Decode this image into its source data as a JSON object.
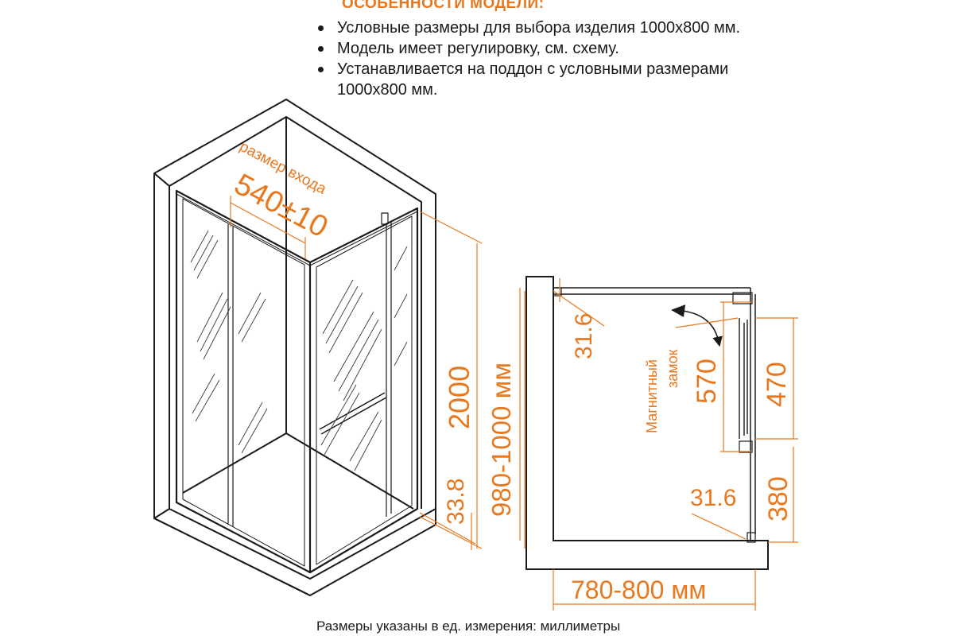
{
  "header": {
    "title": "ОСОБЕННОСТИ МОДЕЛИ:",
    "items": [
      {
        "lines": [
          "Условные размеры для выбора изделия 1000x800 мм."
        ]
      },
      {
        "lines": [
          "Модель имеет регулировку, см. схему."
        ]
      },
      {
        "lines": [
          "Устанавливается на поддон с условными размерами",
          "1000x800 мм."
        ]
      }
    ]
  },
  "iso_view": {
    "entrance_label": "размер входа",
    "entrance_value": "540±10",
    "height_value": "2000",
    "width_range": "980-1000 мм",
    "bottom_offset": "33.8"
  },
  "plan_view": {
    "top_offset": "31.6",
    "lock_label_line1": "Магнитный",
    "lock_label_line2": "замок",
    "door_span": "570",
    "door_panel": "470",
    "bottom_offset": "31.6",
    "fixed_panel": "380",
    "depth_range": "780-800 мм"
  },
  "footer": {
    "note": "Размеры указаны в ед. измерения: миллиметры"
  },
  "colors": {
    "accent": "#e8781e",
    "line": "#1a1a1a"
  }
}
